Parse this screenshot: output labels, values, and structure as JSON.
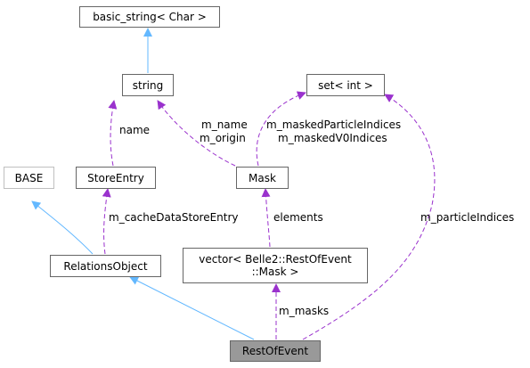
{
  "nodes": {
    "basic_string": "basic_string< Char >",
    "string": "string",
    "set_int": "set< int >",
    "base": "BASE",
    "store_entry": "StoreEntry",
    "mask": "Mask",
    "relations_object": "RelationsObject",
    "vector_mask_line1": "vector< Belle2::RestOfEvent",
    "vector_mask_line2": "::Mask >",
    "rest_of_event": "RestOfEvent"
  },
  "edge_labels": {
    "name": "name",
    "m_name": "m_name",
    "m_origin": "m_origin",
    "m_maskedParticleIndices": "m_maskedParticleIndices",
    "m_maskedV0Indices": "m_maskedV0Indices",
    "m_cacheDataStoreEntry": "m_cacheDataStoreEntry",
    "elements": "elements",
    "m_particleIndices": "m_particleIndices",
    "m_masks": "m_masks"
  },
  "colors": {
    "inheritance": "#63b8ff",
    "usage": "#9a32cd",
    "node_border": "#666666",
    "node_border_light": "#bfbfbf",
    "current_fill": "#999999"
  }
}
